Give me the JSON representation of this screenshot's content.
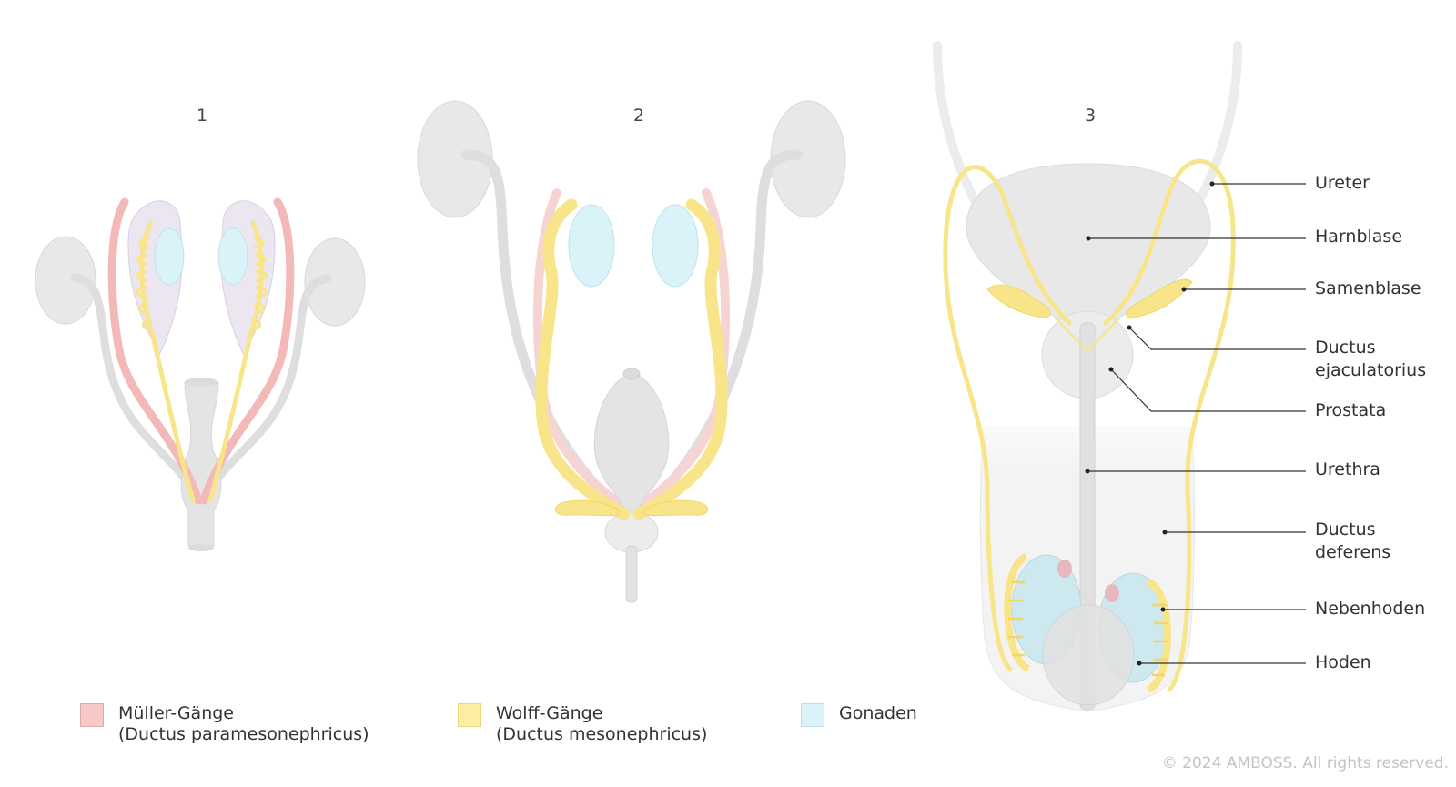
{
  "stages": [
    "1",
    "2",
    "3"
  ],
  "labels": {
    "ureter": "Ureter",
    "harnblase": "Harnblase",
    "samenblase": "Samenblase",
    "ductus_ejaculatorius": [
      "Ductus",
      "ejaculatorius"
    ],
    "prostata": "Prostata",
    "urethra": "Urethra",
    "ductus_deferens": [
      "Ductus",
      "deferens"
    ],
    "nebenhoden": "Nebenhoden",
    "hoden": "Hoden"
  },
  "legend": [
    {
      "line1": "Müller-Gänge",
      "line2": "(Ductus paramesonephricus)",
      "color": "#f6c8c6"
    },
    {
      "line1": "Wolff-Gänge",
      "line2": "(Ductus mesonephricus)",
      "color": "#fbeea0"
    },
    {
      "line1": "Gonaden",
      "line2": "",
      "color": "#d9f3f8"
    }
  ],
  "colors": {
    "mueller": "#f2b9b8",
    "wolff": "#f8e58a",
    "gonad": "#d9f3f8",
    "organ_grey": "#e6e6e6"
  },
  "copyright": "© 2024 AMBOSS. All rights reserved."
}
